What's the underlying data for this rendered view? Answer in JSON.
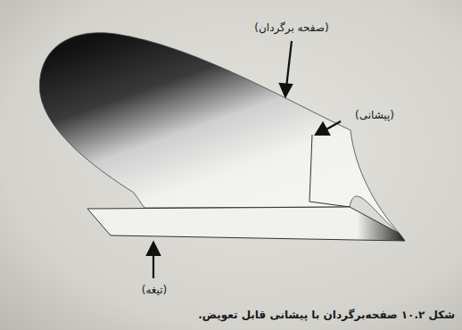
{
  "diagram": {
    "caption": "شکل ۱۰.۲ صفحه‌برگردان با پیشانی قابل تعویض.",
    "labels": [
      "(صفحه برگردان)",
      "(پیشانی)",
      "(تیغه)"
    ]
  }
}
